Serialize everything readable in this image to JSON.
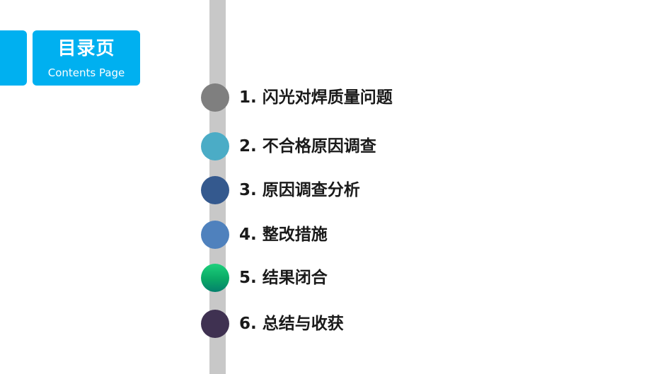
{
  "header": {
    "title": "目录页",
    "subtitle": "Contents Page"
  },
  "toc": {
    "items": [
      {
        "label": "1. 闪光对焊质量问题",
        "color": "#7f7f7f"
      },
      {
        "label": "2. 不合格原因调查",
        "color": "#4bacc6"
      },
      {
        "label": "3. 原因调查分析",
        "color": "#34598e"
      },
      {
        "label": "4. 整改措施",
        "color": "#4f81bd"
      },
      {
        "label": "5. 结果闭合",
        "color": "#0aa866"
      },
      {
        "label": "6. 总结与收获",
        "color": "#3f3151"
      }
    ]
  },
  "colors": {
    "accent": "#00b0f0",
    "timeline": "#c8c8c8"
  }
}
